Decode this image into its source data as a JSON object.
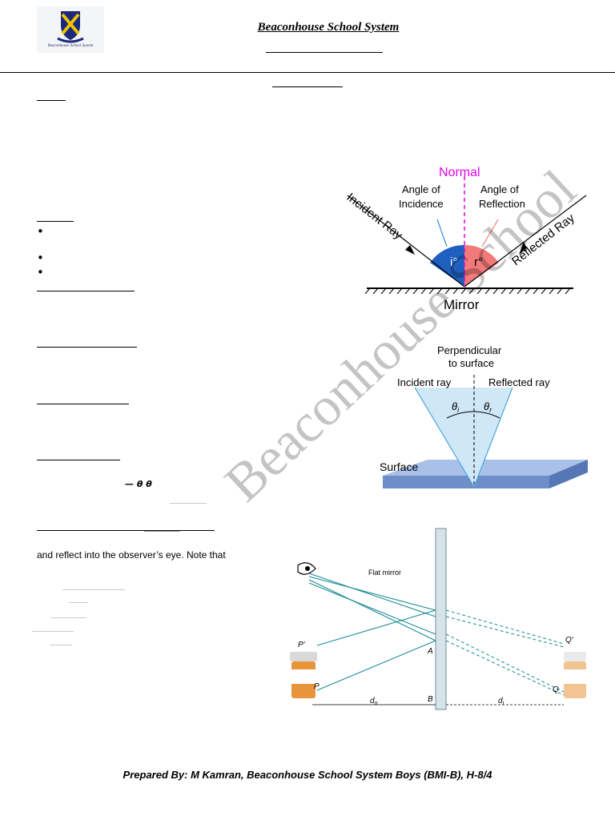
{
  "header": {
    "school_name": "Beaconhouse School System",
    "logo_caption": "Beaconhouse School System"
  },
  "fragments": {
    "mirror_sentence": "and reflect into the observer’s eye. Note that",
    "bullet_symbol": "•",
    "theta_pair": "— θ   θ"
  },
  "figure1": {
    "normal": "Normal",
    "angle_incidence_1": "Angle of",
    "angle_incidence_2": "Incidence",
    "angle_reflection_1": "Angle of",
    "angle_reflection_2": "Reflection",
    "incident_ray": "Incident Ray",
    "reflected_ray": "Reflected Ray",
    "i_label": "i°",
    "r_label": "r°",
    "mirror": "Mirror",
    "colors": {
      "normal": "#e600e6",
      "incidence": "#1f5fbf",
      "reflection": "#f27a7a"
    }
  },
  "figure2": {
    "perpendicular_1": "Perpendicular",
    "perpendicular_2": "to surface",
    "incident_ray": "Incident ray",
    "reflected_ray": "Reflected ray",
    "theta_i": "θ",
    "theta_i_sub": "i",
    "theta_r": "θ",
    "theta_r_sub": "r",
    "surface": "Surface"
  },
  "figure3": {
    "flat_mirror": "Flat mirror",
    "p_prime": "P′",
    "p": "P",
    "q_prime": "Q′",
    "q": "Q",
    "a": "A",
    "b": "B",
    "d_o": "d",
    "d_o_sub": "o",
    "d_i": "d",
    "d_i_sub": "i"
  },
  "watermark": "Beaconhouse School",
  "footer": "Prepared By: M Kamran, Beaconhouse School System Boys (BMI-B), H-8/4"
}
